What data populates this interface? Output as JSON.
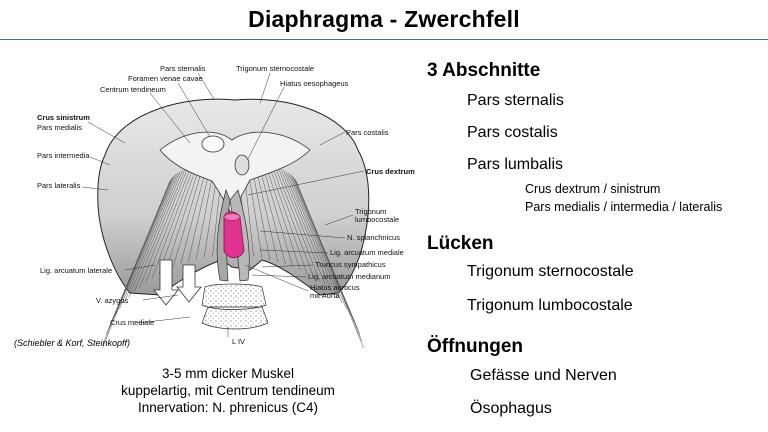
{
  "title": "Diaphragma - Zwerchfell",
  "figure": {
    "labels": {
      "pars_sternalis": "Pars sternalis",
      "foramen_venae_cavae": "Foramen venae cavae",
      "centrum_tendineum": "Centrum tendineum",
      "trigonum_sternocostale": "Trigonum sternocostale",
      "hiatus_oesophageus": "Hiatus oesophageus",
      "crus_sinistrum": "Crus sinistrum",
      "pars_medialis": "Pars medialis",
      "pars_costalis": "Pars costalis",
      "pars_intermedia": "Pars intermedia",
      "crus_dextrum": "Crus dextrum",
      "pars_lateralis": "Pars lateralis",
      "trigonum": "Trigonum",
      "lumbocostale": "lumbocostale",
      "n_splanchnicus": "N. splanchnicus",
      "lig_arcuatum_mediale": "Lig. arcuatum mediale",
      "truncus_sympathicus": "Truncus sympathicus",
      "lig_arcuatum_laterale": "Lig. arcuatum laterale",
      "lig_arcuatum_medianum": "Lig. arcuatum medianum",
      "hiatus_aorticus": "Hiatus aorticus",
      "mit_aorta": "mit Aorta",
      "v_azygos": "V. azygos",
      "crus_mediale": "Crus mediale",
      "l_iv": "L IV"
    },
    "citation": "(Schiebler & Korf, Steinkopff)",
    "caption": [
      "3-5 mm dicker Muskel",
      "kuppelartig, mit Centrum tendineum",
      "Innervation: N. phrenicus (C4)"
    ]
  },
  "sections": [
    {
      "heading": "3 Abschnitte",
      "items": [
        "Pars sternalis",
        "Pars costalis",
        "Pars lumbalis"
      ],
      "subitems": [
        "Crus dextrum / sinistrum",
        "Pars medialis / intermedia / lateralis"
      ]
    },
    {
      "heading": "Lücken",
      "items": [
        "Trigonum sternocostale",
        "Trigonum lumbocostale"
      ]
    },
    {
      "heading": "Öffnungen",
      "items": [
        "Gefässe und Nerven",
        "Ösophagus"
      ]
    }
  ],
  "colors": {
    "rule": "#3d6f86",
    "aorta_highlight": "#e0338f"
  }
}
